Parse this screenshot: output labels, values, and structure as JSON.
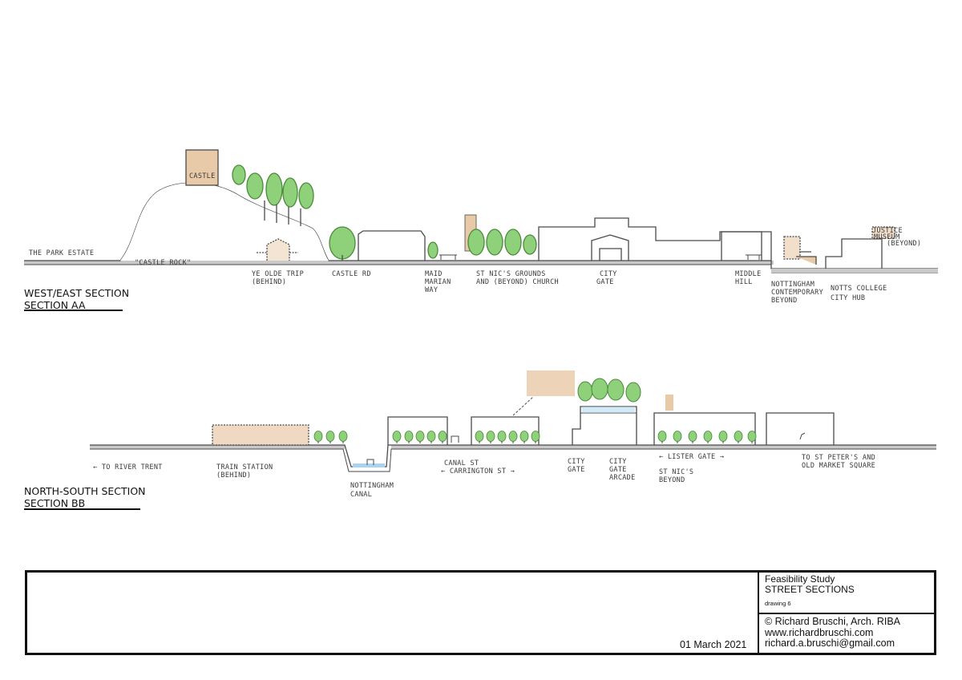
{
  "section_aa": {
    "title_line1": "WEST/EAST SECTION",
    "title_line2": "SECTION AA",
    "labels": {
      "park_estate": "THE PARK ESTATE",
      "castle_rock": "\"CASTLE ROCK\"",
      "castle": "CASTLE",
      "ye_olde_trip_1": "YE OLDE TRIP",
      "ye_olde_trip_2": "(BEHIND)",
      "castle_rd": "CASTLE RD",
      "maid_marian_1": "MAID",
      "maid_marian_2": "MARIAN",
      "maid_marian_3": "WAY",
      "st_nics_1": "ST NIC'S GROUNDS",
      "st_nics_2": "AND (BEYOND) CHURCH",
      "city_gate_1": "CITY",
      "city_gate_2": "GATE",
      "middle_hill_1": "MIDDLE",
      "middle_hill_2": "HILL",
      "contemporary_1": "NOTTINGHAM",
      "contemporary_2": "CONTEMPORARY",
      "contemporary_3": "BEYOND",
      "notts_college_1": "NOTTS COLLEGE",
      "notts_college_2": "CITY HUB",
      "justice_1": "JUSTICE",
      "justice_2": "MUSEUM",
      "justice_3": "(BEYOND)"
    }
  },
  "section_bb": {
    "title_line1": "NORTH-SOUTH SECTION",
    "title_line2": "SECTION BB",
    "labels": {
      "river_trent": "← TO RIVER TRENT",
      "train_station_1": "TRAIN STATION",
      "train_station_2": "(BEHIND)",
      "canal_1": "NOTTINGHAM",
      "canal_2": "CANAL",
      "canal_st": "CANAL ST",
      "carrington_st": "← CARRINGTON ST →",
      "city_gate_1": "CITY",
      "city_gate_2": "GATE",
      "arcade_1": "CITY",
      "arcade_2": "GATE",
      "arcade_3": "ARCADE",
      "lister_gate": "← LISTER GATE →",
      "st_nics_1": "ST NIC'S",
      "st_nics_2": "BEYOND",
      "st_peters_1": "TO ST PETER'S AND",
      "st_peters_2": "OLD MARKET SQUARE"
    }
  },
  "title_block": {
    "date": "01 March 2021",
    "project": "Feasibility Study",
    "sheet_title": "STREET SECTIONS",
    "drawing_no": "drawing 6",
    "author": "© Richard Bruschi, Arch. RIBA",
    "website": "www.richardbruschi.com",
    "email": "richard.a.bruschi@gmail.com"
  },
  "colors": {
    "ink": "#4a4a4a",
    "tree_green": "#8fd07a",
    "tree_edge": "#4a8a3a",
    "building_tan": "#e8c9a8",
    "canal_blue": "#a8d4ee"
  }
}
